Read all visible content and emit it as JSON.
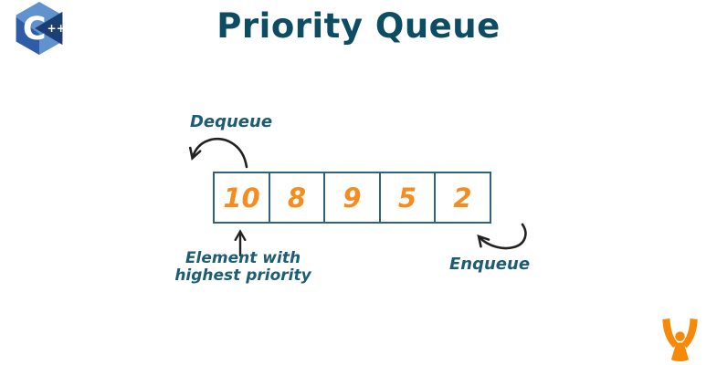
{
  "page": {
    "title": "Priority Queue"
  },
  "cpp_logo": {
    "icon": "cpp-hexagon-logo",
    "letter": "C",
    "plus_plus": "++"
  },
  "queue": {
    "cells": [
      "10",
      "8",
      "9",
      "5",
      "2"
    ]
  },
  "annotations": {
    "dequeue_label": "Dequeue",
    "enqueue_label": "Enqueue",
    "highest_priority_line1": "Element with",
    "highest_priority_line2": "highest priority"
  },
  "icons": {
    "dequeue_arrow": "curved-arrow-pointing-left",
    "enqueue_arrow": "curved-arrow-pointing-up-left",
    "highest_priority_pointer": "straight-arrow-up",
    "brand": "person-raised-arms-icon"
  },
  "colors": {
    "title_teal": "#0d4d64",
    "handwriting_teal": "#1d5c75",
    "number_orange": "#f78c1e",
    "cell_border_teal": "#2e6379",
    "arrow_black": "#222222",
    "brand_orange": "#f7890a",
    "cpp_light_blue": "#6093cd",
    "cpp_mid_blue": "#2e5ca6",
    "cpp_navy": "#1b3f72"
  }
}
